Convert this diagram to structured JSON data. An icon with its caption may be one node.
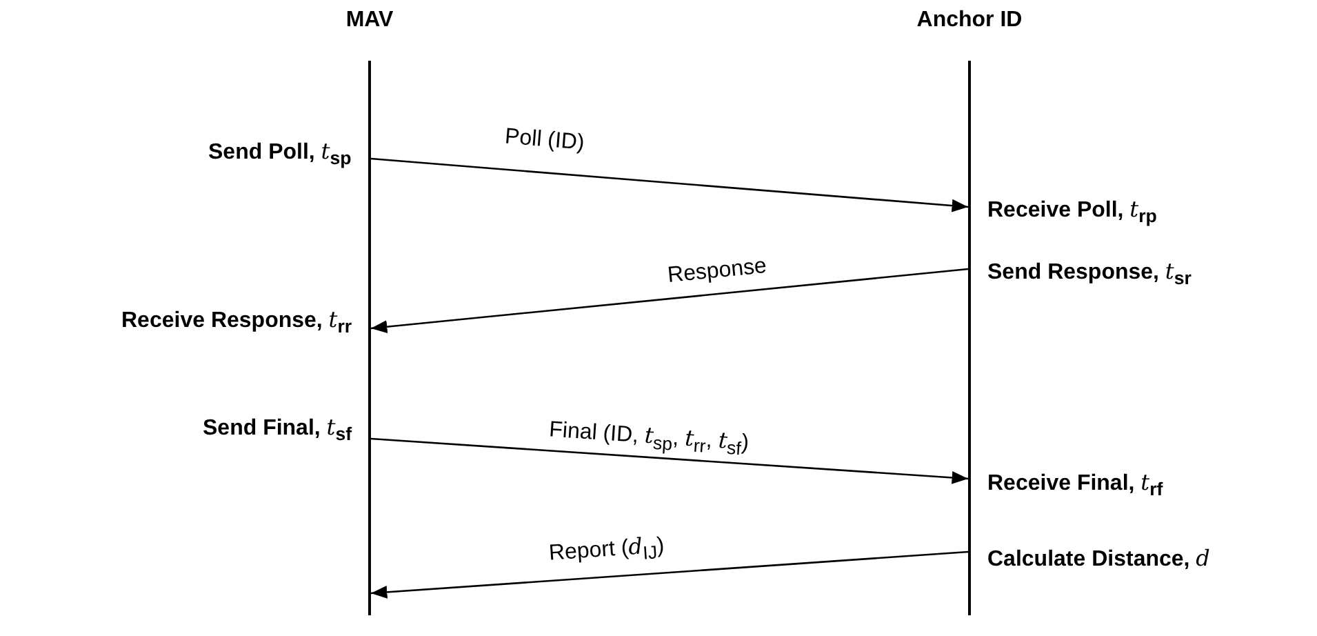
{
  "diagram": {
    "nodes": [
      {
        "text": [
          "MAV"
        ]
      },
      {
        "text": [
          "Anchor ID"
        ]
      }
    ],
    "edges": [
      {
        "from": 0,
        "to": 1,
        "arrow": "to",
        "label": "Poll (ID)"
      },
      {
        "from": 1,
        "to": 0,
        "arrow": "to",
        "label": "Response"
      },
      {
        "from": 0,
        "to": 1,
        "arrow": "to",
        "label": "Final (ID, *t*$_{sp}$, *t*$_{rr}$, *t*$_{sf}$)"
      },
      {
        "from": 1,
        "to": 0,
        "arrow": "to",
        "label": "Report (*d*$_{IJ}$)"
      }
    ],
    "labels": [
      "Send Poll, *t*$_{sp}$",
      "Receive Poll, *t*$_{rp}$",
      "Send Response, *t*$_{sr}$",
      "Receive Response, *t*$_{rr}$",
      "Send Final, *t*$_{sf}$",
      "Receive Final, *t*$_{rf}$",
      "Calculate Distance, *d*"
    ]
  }
}
